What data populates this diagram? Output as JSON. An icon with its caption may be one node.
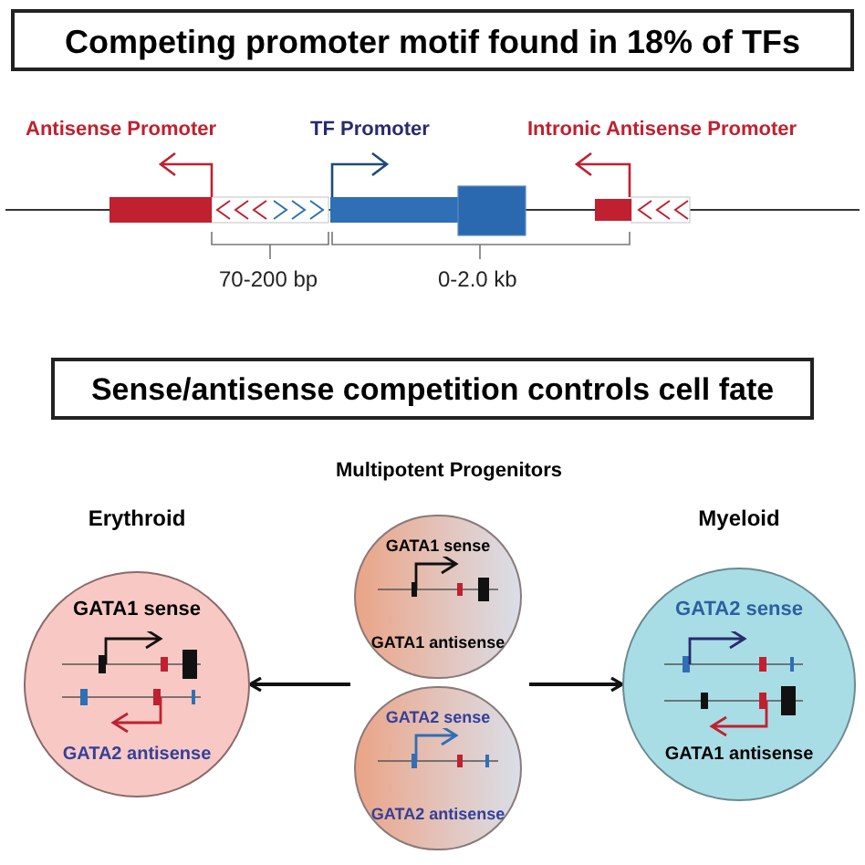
{
  "diagram": {
    "nodes": [
      {
        "text": [
          "Competing promoter motif found  in 18% of TFs"
        ]
      },
      {
        "text": [
          "Sense/antisense competition controls cell fate"
        ]
      },
      {
        "text": [
          "Erythroid",
          "GATA1 sense",
          "GATA2 antisense"
        ]
      },
      {
        "text": [
          "GATA1 sense",
          "GATA1 antisense"
        ]
      },
      {
        "text": [
          "GATA2 sense",
          "GATA2 antisense"
        ]
      },
      {
        "text": [
          "Myeloid",
          "GATA2 sense",
          "GATA1 antisense"
        ]
      }
    ],
    "edges": [
      {
        "from": 3,
        "to": 2,
        "arrow": "to"
      },
      {
        "from": 3,
        "to": 5,
        "arrow": "to"
      }
    ],
    "labels": [
      "Antisense Promoter",
      "TF Promoter",
      "Intronic Antisense Promoter",
      "70-200 bp",
      "0-2.0 kb",
      "Multipotent Progenitors"
    ]
  }
}
